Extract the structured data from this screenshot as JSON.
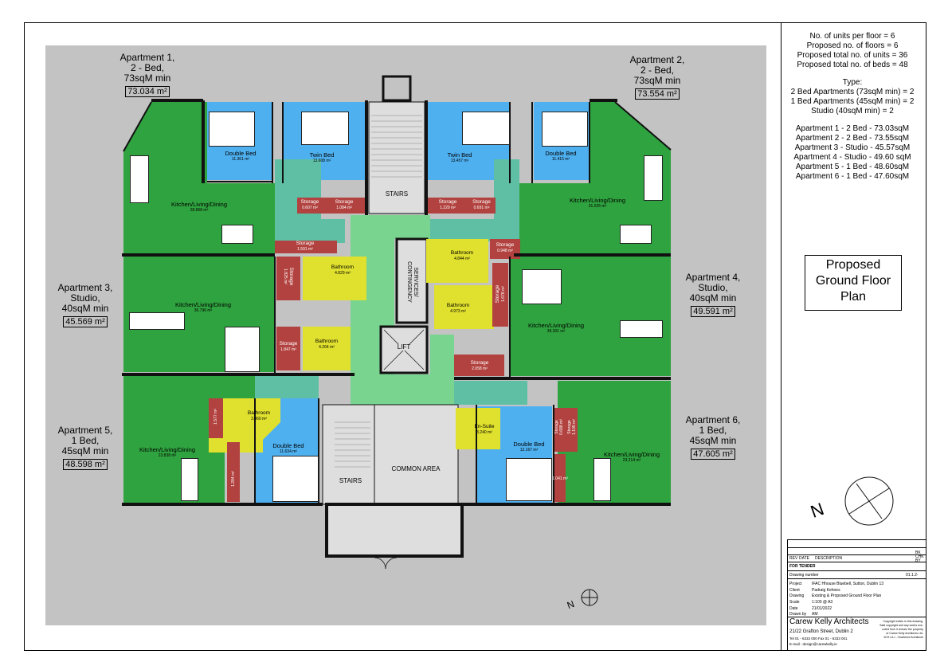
{
  "apartments": [
    {
      "id": "apt1",
      "lines": [
        "Apartment 1,",
        "2 - Bed,",
        "73sqM min"
      ],
      "area": "73.034 m²"
    },
    {
      "id": "apt2",
      "lines": [
        "Apartment 2,",
        "2 - Bed,",
        "73sqM min"
      ],
      "area": "73.554 m²"
    },
    {
      "id": "apt3",
      "lines": [
        "Apartment 3,",
        "Studio,",
        "40sqM min"
      ],
      "area": "45.569 m²"
    },
    {
      "id": "apt4",
      "lines": [
        "Apartment 4,",
        "Studio,",
        "40sqM min"
      ],
      "area": "49.591 m²"
    },
    {
      "id": "apt5",
      "lines": [
        "Apartment 5,",
        "1 Bed,",
        "45sqM min"
      ],
      "area": "48.598 m²"
    },
    {
      "id": "apt6",
      "lines": [
        "Apartment 6,",
        "1 Bed,",
        "45sqM min"
      ],
      "area": "47.605 m²"
    }
  ],
  "summary": {
    "stats": [
      "No. of units per floor = 6",
      "Proposed no. of floors = 6",
      "Proposed total no. of units = 36",
      "Proposed total no. of beds = 48"
    ],
    "type_heading": "Type:",
    "types": [
      "2 Bed Apartments (73sqM min) = 2",
      "1 Bed Apartments (45sqM min) = 2",
      "Studio (40sqM min) = 2"
    ],
    "areas": [
      "Apartment 1 - 2 Bed - 73.03sqM",
      "Apartment 2  - 2 Bed - 73.55sqM",
      "Apartment 3 - Studio - 45.57sqM",
      "Apartment 4 - Studio - 49.60 sqM",
      "Apartment 5 - 1 Bed - 48.60sqM",
      "Apartment 6 - 1 Bed - 47.60sqM"
    ]
  },
  "plan_title": [
    "Proposed",
    "Ground Floor",
    "Plan"
  ],
  "rooms": {
    "a1_double": {
      "name": "Double Bed",
      "area": "11.361 m²"
    },
    "a1_twin": {
      "name": "Twin Bed",
      "area": "13.608 m²"
    },
    "a1_kld": {
      "name": "Kitchen/Living/Dining",
      "area": "28.868 m²"
    },
    "a1_storage1": {
      "name": "Storage",
      "area": "0.607 m²"
    },
    "a1_storage2": {
      "name": "Storage",
      "area": "1.084 m²"
    },
    "a1_storage3": {
      "name": "Storage",
      "area": "1.591 m²"
    },
    "a2_twin": {
      "name": "Twin Bed",
      "area": "13.457 m²"
    },
    "a2_double": {
      "name": "Double Bed",
      "area": "11.415 m²"
    },
    "a2_kld": {
      "name": "Kitchen/Living/Dining",
      "area": "31.025 m²"
    },
    "a2_storage1": {
      "name": "Storage",
      "area": "1.229 m²"
    },
    "a2_storage2": {
      "name": "Storage",
      "area": "0.691 m²"
    },
    "a2_storage3": {
      "name": "Storage",
      "area": "0.948 m²"
    },
    "a2_bath": {
      "name": "Bathroom",
      "area": "4.844 m²"
    },
    "a3_bath": {
      "name": "Bathroom",
      "area": "4.829 m²"
    },
    "a3_kld": {
      "name": "Kitchen/Living/Dining",
      "area": "36.796 m²"
    },
    "a3_storage": {
      "name": "Storage",
      "area": "1.825 m²"
    },
    "a4_bath": {
      "name": "Bathroom",
      "area": "4.973 m²"
    },
    "a4_kld": {
      "name": "Kitchen/Living/Dining",
      "area": "39.301 m²"
    },
    "a4_storage": {
      "name": "Storage",
      "area": "1.678 m²"
    },
    "a4_storage2": {
      "name": "Storage",
      "area": "2.058 m²"
    },
    "a5_bath2": {
      "name": "Bathroom",
      "area": "4.264 m²"
    },
    "a5_storage": {
      "name": "Storage",
      "area": "1.847 m²"
    },
    "a5_bath": {
      "name": "Bathroom",
      "area": "3.960 m²"
    },
    "a5_double": {
      "name": "Double Bed",
      "area": "11.634 m²"
    },
    "a5_kld": {
      "name": "Kitchen/Living/Dining",
      "area": "23.838 m²"
    },
    "a5_storage2": {
      "name": "",
      "area": "1.577 m²"
    },
    "a5_storage3": {
      "name": "",
      "area": "1.284 m²"
    },
    "a6_ensuite": {
      "name": "En-Suite",
      "area": "3.240 m²"
    },
    "a6_double": {
      "name": "Double Bed",
      "area": "12.167 m²"
    },
    "a6_kld": {
      "name": "Kitchen/Living/Dining",
      "area": "23.214 m²"
    },
    "a6_storage1": {
      "name": "Storage",
      "area": "0.688 m²"
    },
    "a6_storage2": {
      "name": "Storage",
      "area": "1.105 m²"
    },
    "a6_storage3": {
      "name": "",
      "area": "1.041 m²"
    }
  },
  "core": {
    "stairs_top": "STAIRS",
    "stairs_bottom": "STAIRS",
    "services": "SERVICES/ CONTINGENCY",
    "lift": "LIFT",
    "common": "COMMON AREA"
  },
  "title_block": {
    "rev": "REV",
    "date": "DATE",
    "description": "DESCRIPTION",
    "chk": "BK CHK BY",
    "status": "FOR TENDER",
    "drawing_number_label": "Drawing number",
    "drawing_number": "01.1.2-",
    "fields": [
      {
        "k": "Project",
        "v": "IFAC Hhouse Bluebell, Sutton, Dublin 13"
      },
      {
        "k": "Client",
        "v": "Padraig Kehoes"
      },
      {
        "k": "Drawing",
        "v": "Existing & Proposed Ground Floor Plan"
      },
      {
        "k": "Scale",
        "v": "1:100 @ A3"
      },
      {
        "k": "Date",
        "v": "21/01/2022"
      },
      {
        "k": "Drawn by",
        "v": "AM"
      }
    ],
    "firm": "Carew Kelly  Architects",
    "address": "21/22 Grafton Street, Dublin 2",
    "tel": "Tel  01 - 6333 000   Fax  01 - 6333 001",
    "email": "E-mail : design@carewkelly.ie",
    "copyright": [
      "Copyright exists in this drawing.",
      "Said copyright and any works exe-",
      "cuted from it remain the property",
      "of Carew Kelly Architects Ltd.",
      "M.R.I.A.I., Chartered Architects"
    ]
  },
  "north": "N",
  "colors": {
    "bg": "#c3c3c3",
    "green": "#2fa33f",
    "blue": "#4fb0ef",
    "yellow": "#e0e02e",
    "storage": "#b2423f",
    "teal": "#5fbfa5",
    "lightgreen": "#78d48e",
    "corridor": "#dcdcdc"
  }
}
